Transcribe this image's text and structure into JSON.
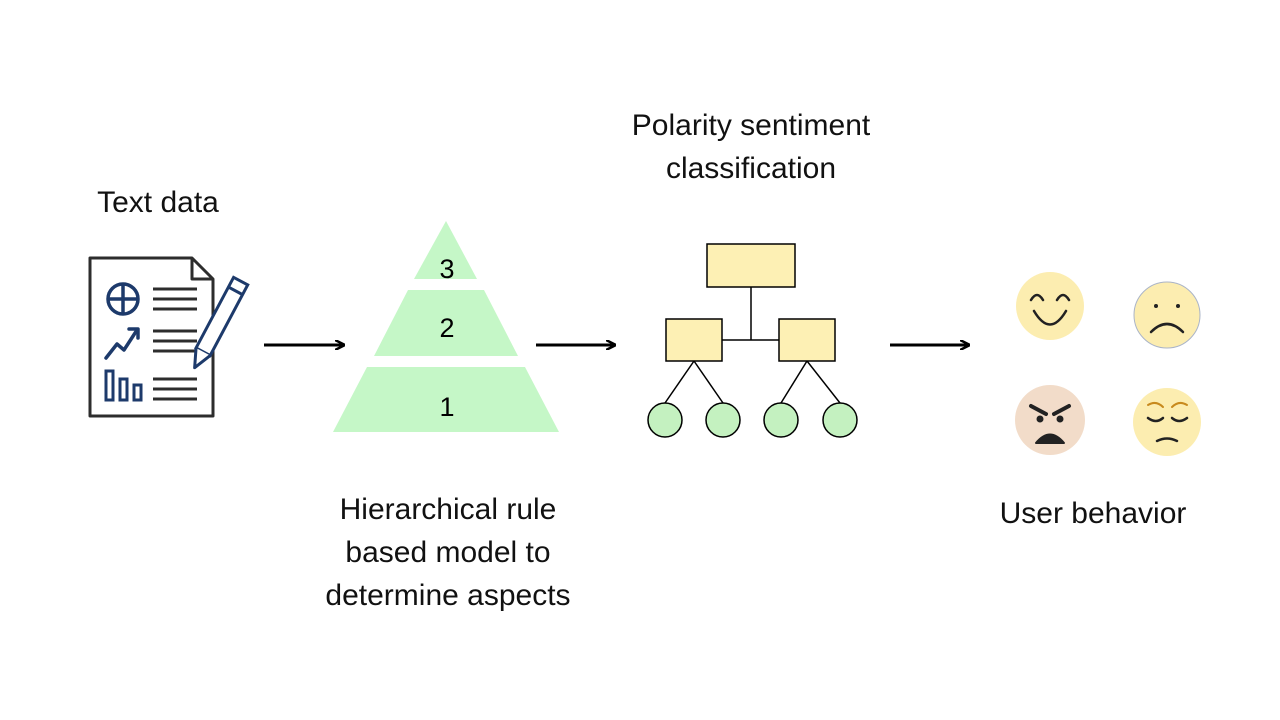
{
  "labels": {
    "text_data": "Text data",
    "polarity_line1": "Polarity sentiment",
    "polarity_line2": "classification",
    "hier_line1": "Hierarchical rule",
    "hier_line2": "based model to",
    "hier_line3": "determine aspects",
    "user_behavior": "User behavior"
  },
  "pyramid": {
    "levels": [
      "3",
      "2",
      "1"
    ],
    "fill": "#c5f7c7"
  },
  "tree": {
    "box_fill": "#fdf0b4",
    "leaf_fill": "#c4f1c0"
  },
  "icons": {
    "document": "document-chart-pencil-icon",
    "faces": [
      "happy-face-icon",
      "sad-face-icon",
      "angry-face-icon",
      "pensive-face-icon"
    ]
  },
  "colors": {
    "doc_stroke": "#2d2d2d",
    "doc_accent": "#1d3a6b",
    "face_yellow": "#fcedb0",
    "face_angry": "#f2dcc9"
  }
}
